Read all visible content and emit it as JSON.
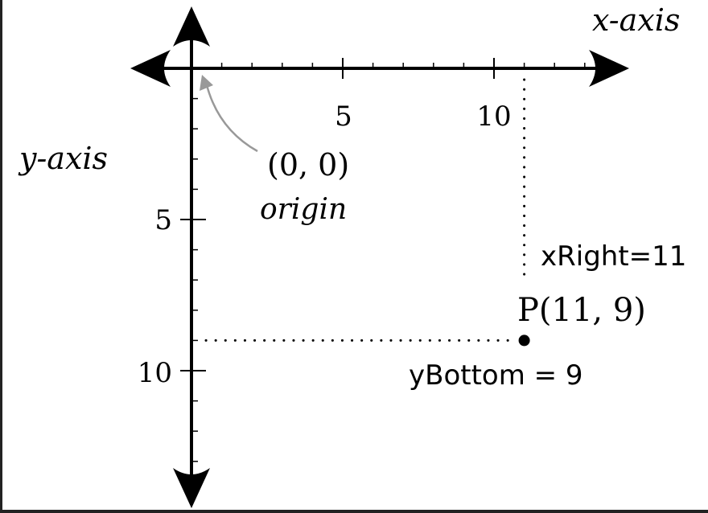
{
  "diagram": {
    "x_axis_label": "x-axis",
    "y_axis_label": "y-axis",
    "x_tick_labels": [
      {
        "value": 5,
        "text": "5"
      },
      {
        "value": 10,
        "text": "10"
      }
    ],
    "y_tick_labels": [
      {
        "value": 5,
        "text": "5"
      },
      {
        "value": 10,
        "text": "10"
      }
    ],
    "origin_point_text": "(0, 0)",
    "origin_caption": "origin",
    "point": {
      "x": 11,
      "y": 9,
      "text": "P(11, 9)"
    },
    "x_right_label": "xRight=11",
    "y_bottom_label": "yBottom = 9",
    "colors": {
      "axes": "#000000",
      "origin_arrow": "#999999",
      "guide_lines": "#000000",
      "frame": "#222222"
    }
  }
}
